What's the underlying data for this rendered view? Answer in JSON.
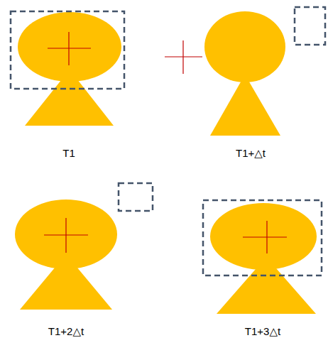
{
  "diagram": {
    "labels": [
      "T1",
      "T1+△t",
      "T1+2△t",
      "T1+3△t"
    ]
  }
}
